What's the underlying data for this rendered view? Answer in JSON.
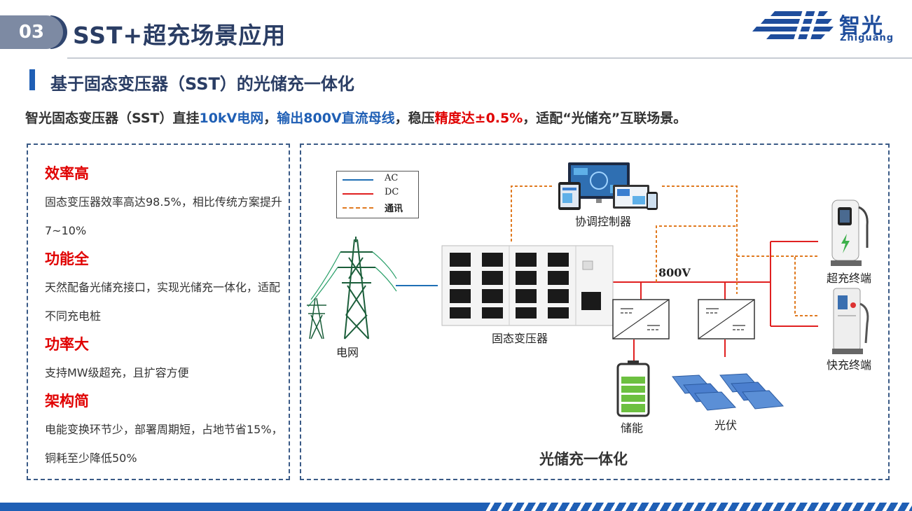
{
  "header": {
    "number": "03",
    "title": "SST+超充场景应用",
    "logo_cn": "智光",
    "logo_en": "Zhiguang"
  },
  "section": {
    "title": "基于固态变压器（SST）的光储充一体化"
  },
  "summary": {
    "part1": "智光固态变压器（SST）直挂",
    "part2": "10kV电网",
    "part3": "，",
    "part4": "输出800V直流母线",
    "part5": "，稳压",
    "part6": "精度达±0.5%",
    "part7": "，适配“光储充”互联场景。"
  },
  "features": [
    {
      "title": "效率高",
      "text": "固态变压器效率高达98.5%，相比传统方案提升7~10%"
    },
    {
      "title": "功能全",
      "text": "天然配备光储充接口，实现光储充一体化，适配不同充电桩"
    },
    {
      "title": "功率大",
      "text": "支持MW级超充，且扩容方便"
    },
    {
      "title": "架构简",
      "text": "电能变换环节少，部署周期短，占地节省15%，铜耗至少降低50%"
    }
  ],
  "diagram": {
    "legend": {
      "ac": "AC",
      "dc": "DC",
      "comm": "通讯"
    },
    "controller": "协调控制器",
    "grid": "电网",
    "sst": "固态变压器",
    "bus_voltage": "800V",
    "storage": "储能",
    "pv": "光伏",
    "super_charger": "超充终端",
    "fast_charger": "快充终端",
    "caption": "光储充一体化"
  },
  "colors": {
    "navy": "#2a3d64",
    "brand_blue": "#1f5fb5",
    "accent_red": "#e00000",
    "ac_line": "#1f6fb5",
    "dc_line": "#e02020",
    "comm_line": "#e07a20"
  }
}
